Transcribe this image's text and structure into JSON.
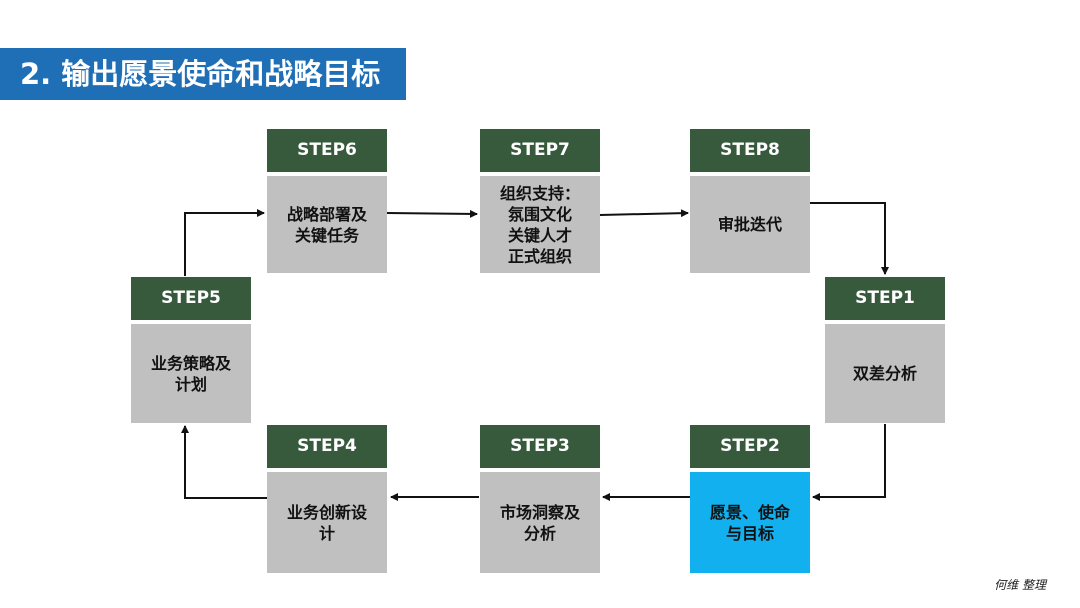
{
  "title": "2. 输出愿景使命和战略目标",
  "steps": {
    "s1": {
      "label": "STEP1",
      "text": "双差分析"
    },
    "s2": {
      "label": "STEP2",
      "text": "愿景、使命\n与目标"
    },
    "s3": {
      "label": "STEP3",
      "text": "市场洞察及\n分析"
    },
    "s4": {
      "label": "STEP4",
      "text": "业务创新设\n计"
    },
    "s5": {
      "label": "STEP5",
      "text": "业务策略及\n计划"
    },
    "s6": {
      "label": "STEP6",
      "text": "战略部署及\n关键任务"
    },
    "s7": {
      "label": "STEP7",
      "text": "组织支持：\n氛围文化\n关键人才\n正式组织"
    },
    "s8": {
      "label": "STEP8",
      "text": "审批迭代"
    }
  },
  "credit": "何维 整理",
  "colors": {
    "title_bg": "#1f6fb6",
    "step_header": "#375a3c",
    "step_body": "#c0c0c0",
    "step_highlight": "#12b0ee"
  }
}
